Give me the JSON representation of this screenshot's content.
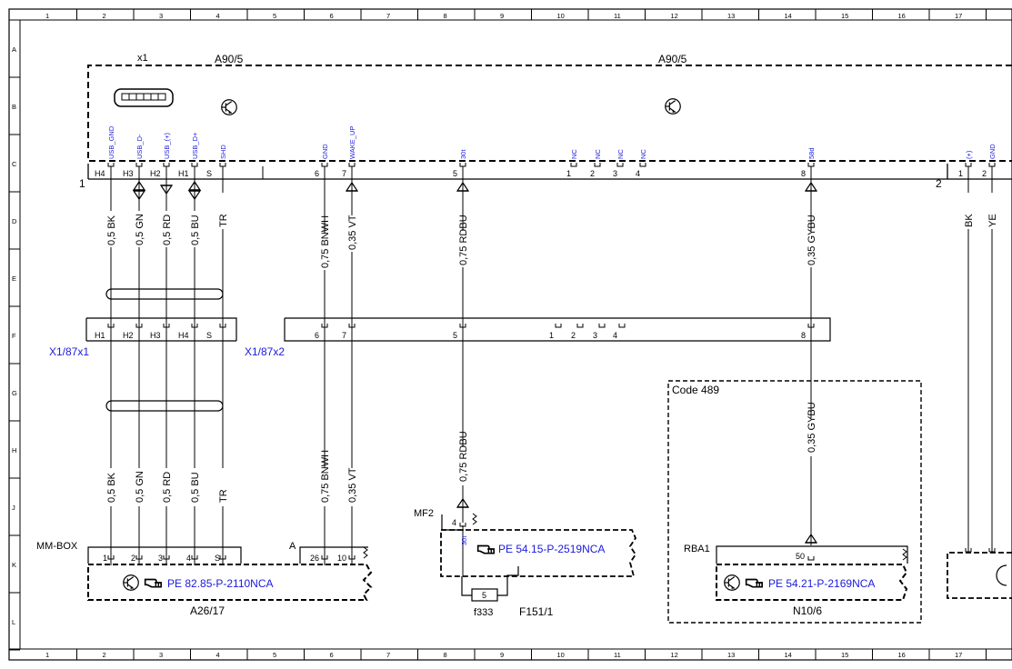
{
  "columns": [
    "1",
    "2",
    "3",
    "4",
    "5",
    "6",
    "7",
    "8",
    "9",
    "10",
    "11",
    "12",
    "13",
    "14",
    "15",
    "16",
    "17"
  ],
  "rows": [
    "A",
    "B",
    "C",
    "D",
    "E",
    "F",
    "G",
    "H",
    "J",
    "K",
    "L"
  ],
  "top_unit": {
    "left_label": "x1",
    "name_left": "A90/5",
    "name_right": "A90/5",
    "connector_1": "1",
    "connector_2": "2",
    "signals": [
      {
        "label": "USB_GND",
        "pin": "H4"
      },
      {
        "label": "USB_D-",
        "pin": "H3"
      },
      {
        "label": "USB_(+)",
        "pin": "H2"
      },
      {
        "label": "USB_D+",
        "pin": "H1"
      },
      {
        "label": "SHD",
        "pin": "S"
      },
      {
        "label": "GND",
        "pin": "6"
      },
      {
        "label": "WAKE_UP",
        "pin": "7"
      },
      {
        "label": "30t",
        "pin": "5"
      },
      {
        "label": "NC",
        "pin": "1"
      },
      {
        "label": "NC",
        "pin": "2"
      },
      {
        "label": "NC",
        "pin": "3"
      },
      {
        "label": "NC",
        "pin": "4"
      },
      {
        "label": "58d",
        "pin": "8"
      },
      {
        "label": "(+)",
        "pin": "1"
      },
      {
        "label": "GND",
        "pin": "2"
      }
    ]
  },
  "wires_upper": [
    "0,5 BK",
    "0,5 GN",
    "0,5 RD",
    "0,5 BU",
    "TR",
    "0,75 BNWH",
    "0,35 VT",
    "0,75 RDBU",
    "0,35 GYBU",
    "BK",
    "YE"
  ],
  "connectors": {
    "x1_name": "X1/87x1",
    "x2_name": "X1/87x2",
    "x1_pins": [
      "H1",
      "H2",
      "H3",
      "H4",
      "S"
    ],
    "x2_pins": [
      "6",
      "7",
      "5",
      "1",
      "2",
      "3",
      "4",
      "8"
    ]
  },
  "code_box": "Code 489",
  "wires_lower": [
    "0,5 BK",
    "0,5 GN",
    "0,5 RD",
    "0,5 BU",
    "TR",
    "0,75 BNWH",
    "0,35 VT",
    "0,75 RDBU",
    "0,35 GYBU"
  ],
  "mmbox": {
    "label": "MM-BOX",
    "a_label": "A",
    "pins": [
      "1",
      "2",
      "3",
      "4",
      "S"
    ],
    "a_pins": [
      "26",
      "10"
    ],
    "ref": "PE 82.85-P-2110NCA",
    "name": "A26/17"
  },
  "f151": {
    "label": "MF2",
    "pin": "4",
    "signal": "30t",
    "ref": "PE 54.15-P-2519NCA",
    "fuse_value": "5",
    "fuse_name": "f333",
    "name": "F151/1"
  },
  "n10": {
    "label": "RBA1",
    "pin": "50",
    "ref": "PE 54.21-P-2169NCA",
    "name": "N10/6"
  }
}
